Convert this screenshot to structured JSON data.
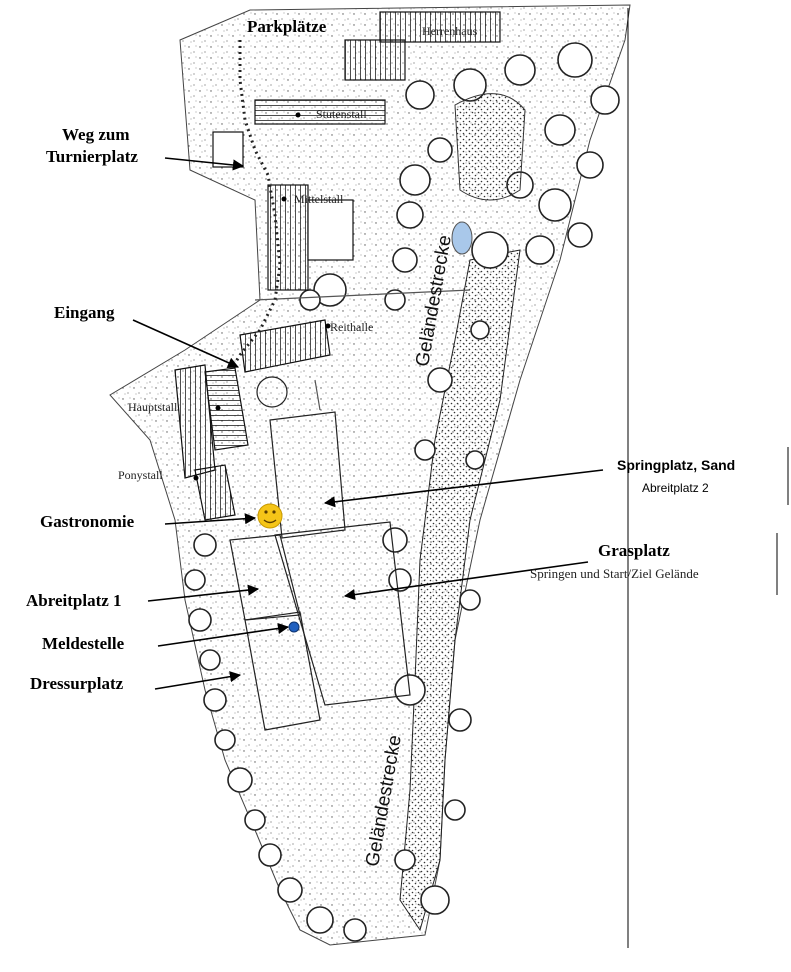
{
  "labels": {
    "parkplaetze": "Parkplätze",
    "herrenhaus": "Herrenhaus",
    "stutenstall": "Stutenstall",
    "weg_zum_line1": "Weg zum",
    "weg_zum_line2": "Turnierplatz",
    "mittelstall": "Mittelstall",
    "eingang": "Eingang",
    "reithalle": "Reithalle",
    "hauptstall": "Hauptstall",
    "ponystall": "Ponystall",
    "springplatz": "Springplatz, Sand",
    "abreitplatz2": "Abreitplatz 2",
    "gastronomie": "Gastronomie",
    "grasplatz": "Grasplatz",
    "grasplatz_sub": "Springen und Start/Ziel Gelände",
    "abreitplatz1": "Abreitplatz 1",
    "meldestelle": "Meldestelle",
    "dressurplatz": "Dressurplatz",
    "gelaendestrecke": "Geländestrecke"
  },
  "icons": {
    "gastronomie": "smiley-face-icon",
    "meldestelle": "blue-marker-icon"
  },
  "colors": {
    "smiley": "#f5c518",
    "marker": "#1f5fbf",
    "pond": "#a9c8ea",
    "ink": "#000000"
  }
}
